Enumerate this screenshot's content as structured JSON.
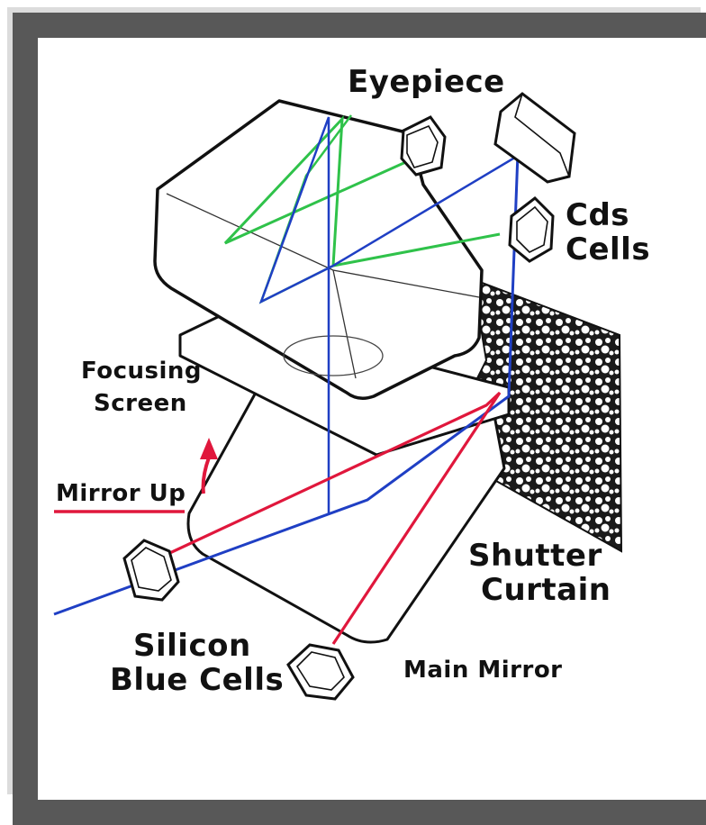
{
  "labels": {
    "eyepiece": "Eyepiece",
    "cds_line1": "Cds",
    "cds_line2": "Cells",
    "focusing_line1": "Focusing",
    "focusing_line2": "Screen",
    "mirror_up": "Mirror Up",
    "shutter_line1": "Shutter",
    "shutter_line2": "Curtain",
    "silicon_line1": "Silicon",
    "silicon_line2": "Blue Cells",
    "main_mirror": "Main Mirror"
  },
  "colors": {
    "frame": "#585858",
    "red_ray": "#e0173c",
    "blue_ray": "#1f3fc4",
    "green_ray": "#2fc24a",
    "outline": "#111111"
  }
}
